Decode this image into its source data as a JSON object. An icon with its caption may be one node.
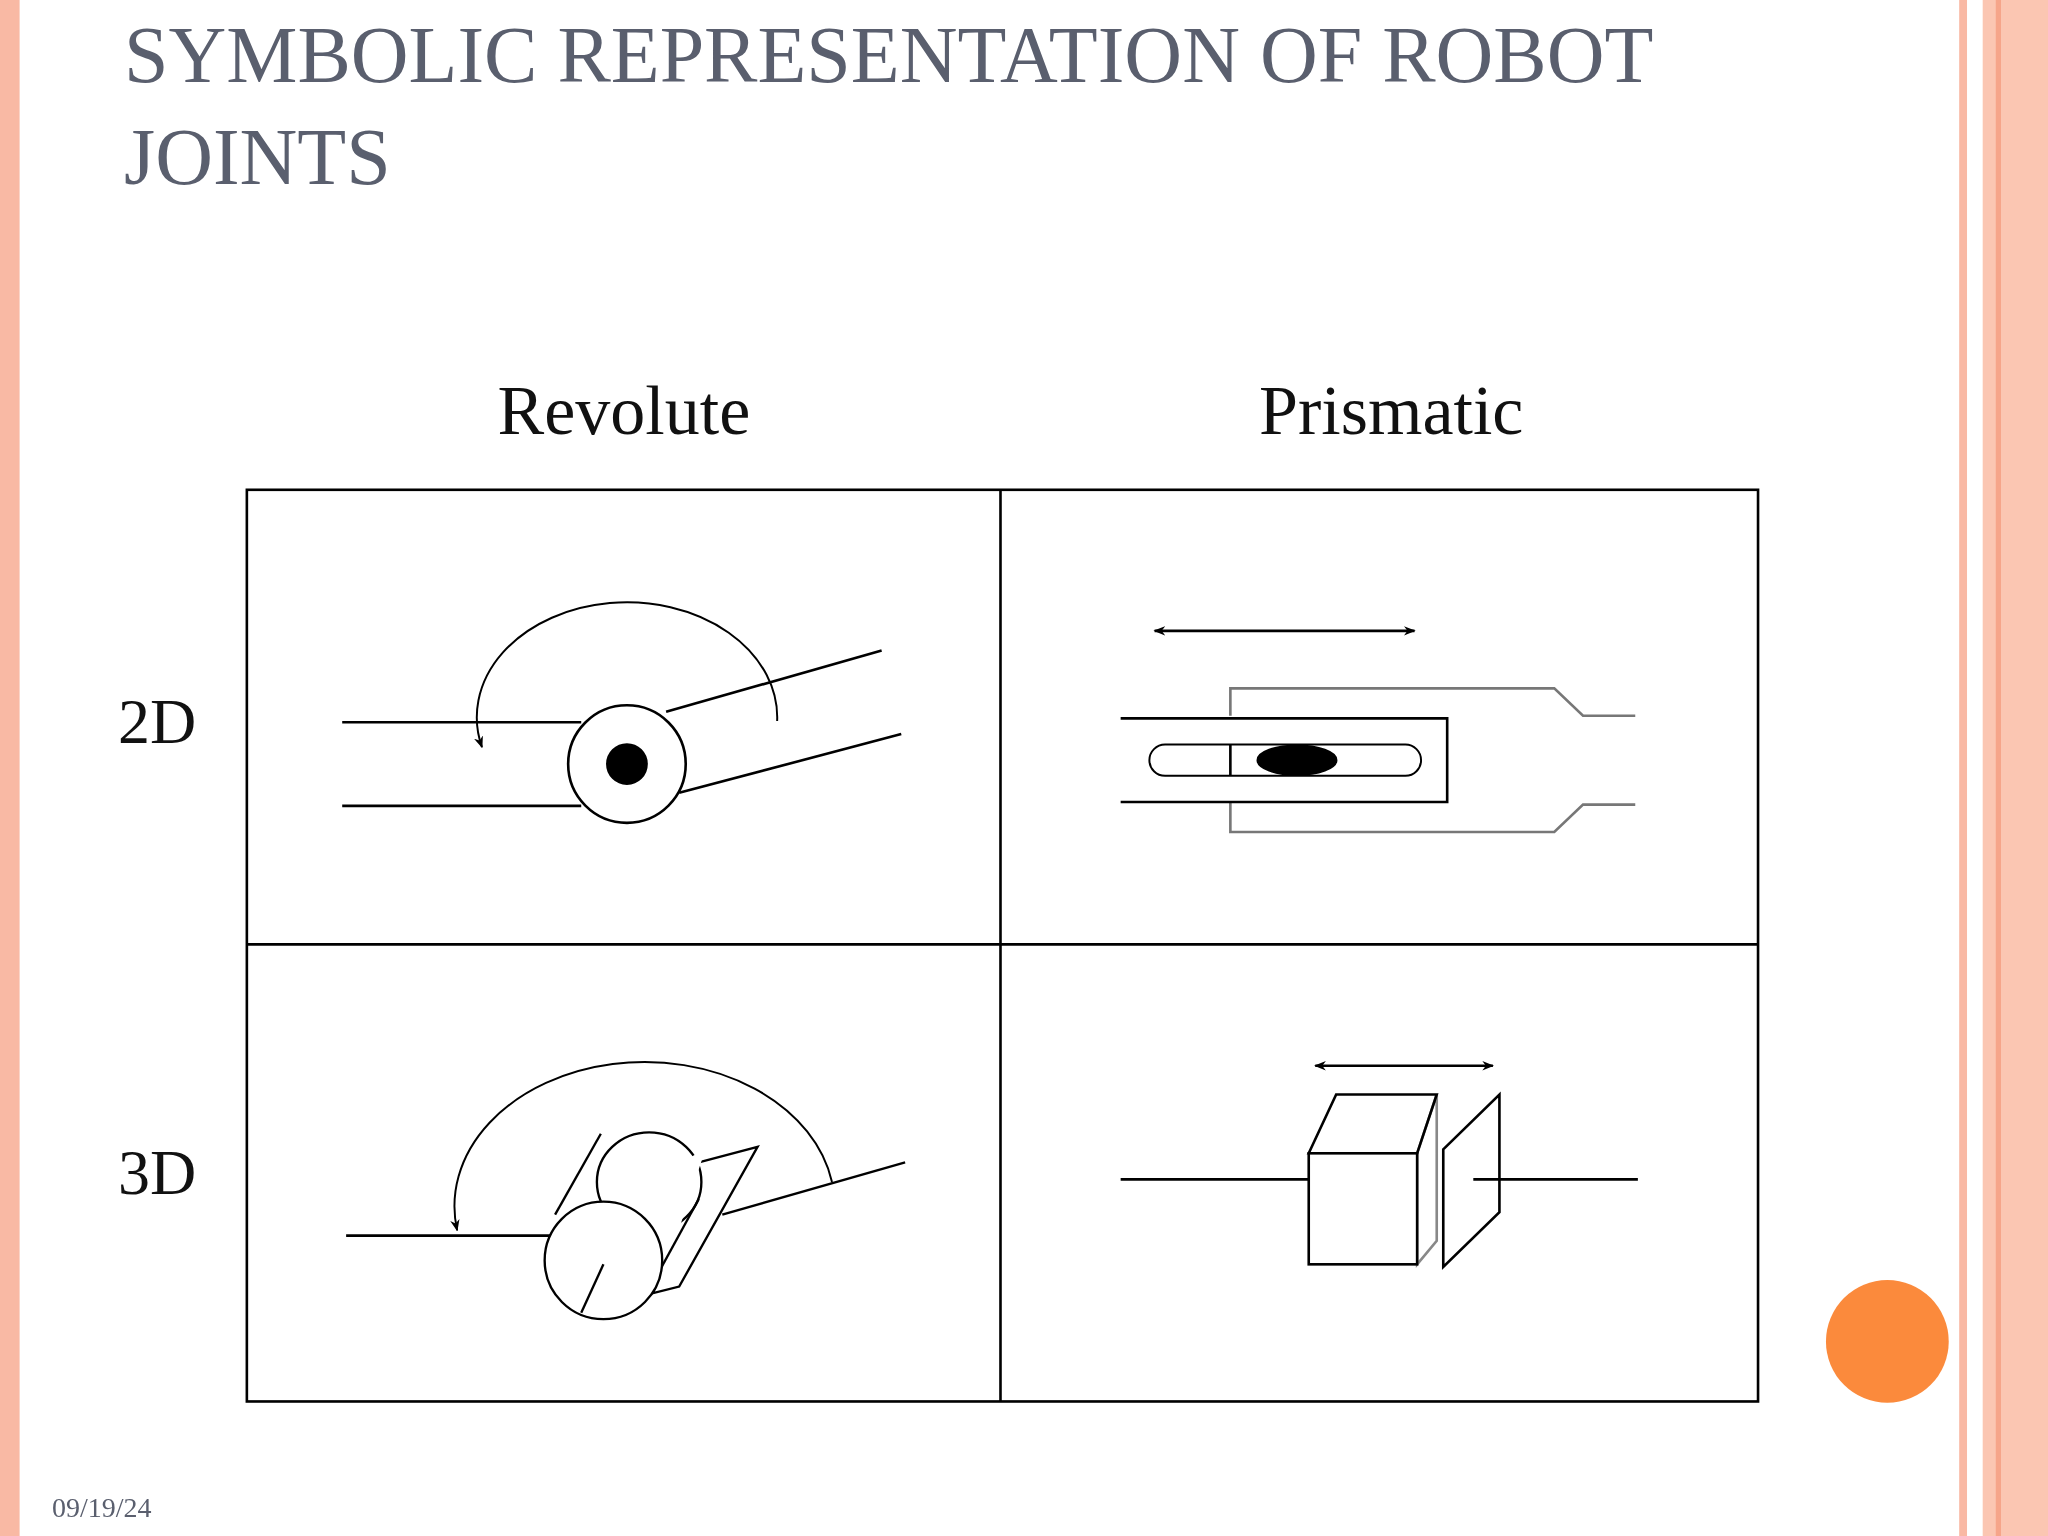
{
  "diagram": {
    "title": "SYMBOLIC REPRESENTATION OF ROBOT JOINTS",
    "labels": [
      "Revolute",
      "Prismatic",
      "2D",
      "3D",
      "09/19/24"
    ]
  }
}
